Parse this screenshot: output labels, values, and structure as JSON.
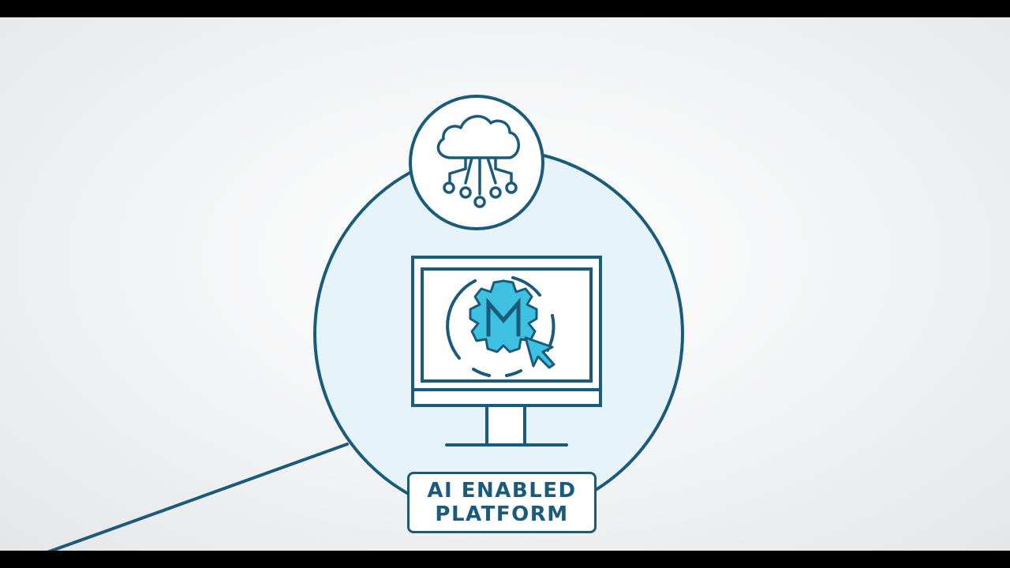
{
  "colors": {
    "stroke": "#1a5a7a",
    "circle_fill": "#e6f4f9",
    "accent_cyan": "#3ec1e0",
    "screen_fill": "#ffffff",
    "background": "#f4f5f6",
    "letterbox": "#000000"
  },
  "icons": {
    "cloud": "cloud-network-icon",
    "monitor": "monitor-icon",
    "gear_logo": "gear-m-logo-icon",
    "cursor": "mouse-cursor-icon"
  },
  "logo": {
    "letter": "M"
  },
  "label": {
    "line1": "AI ENABLED",
    "line2": "PLATFORM"
  }
}
